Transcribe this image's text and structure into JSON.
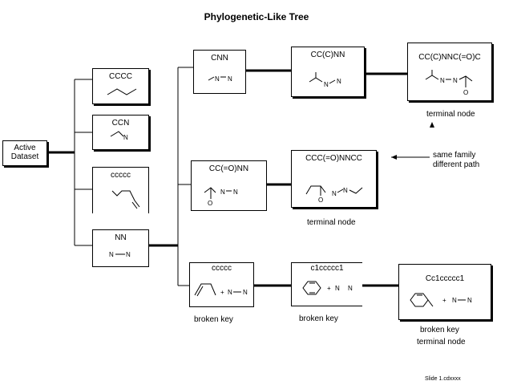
{
  "title": "Phylogenetic-Like Tree",
  "root": {
    "line1": "Active",
    "line2": "Dataset"
  },
  "col1": [
    {
      "key": "s1",
      "smiles": "CCCC"
    },
    {
      "key": "s2",
      "smiles": "CCN"
    },
    {
      "key": "s3",
      "smiles": "ccccc"
    },
    {
      "key": "s4",
      "smiles": "NN"
    }
  ],
  "col2": [
    {
      "key": "t1",
      "smiles": "CNN"
    },
    {
      "key": "t2",
      "smiles": "CC(=O)NN"
    },
    {
      "key": "t3",
      "smiles": "ccccc"
    }
  ],
  "col3": [
    {
      "key": "u1",
      "smiles": "CC(C)NN"
    },
    {
      "key": "u2",
      "smiles": "CCC(=O)NNCC"
    },
    {
      "key": "u3",
      "smiles": "c1ccccc1"
    }
  ],
  "col4": [
    {
      "key": "v1",
      "smiles": "CC(C)NNC(=O)C"
    },
    {
      "key": "v3",
      "smiles": "Cc1ccccc1"
    }
  ],
  "atoms": {
    "N": "N",
    "O": "O",
    "plus": "+"
  },
  "captions": {
    "terminal_node": "terminal node",
    "broken_key": "broken key",
    "same_family": "same family",
    "different_path": "different path"
  },
  "slide_id": "Slide 1.cdxxxx"
}
